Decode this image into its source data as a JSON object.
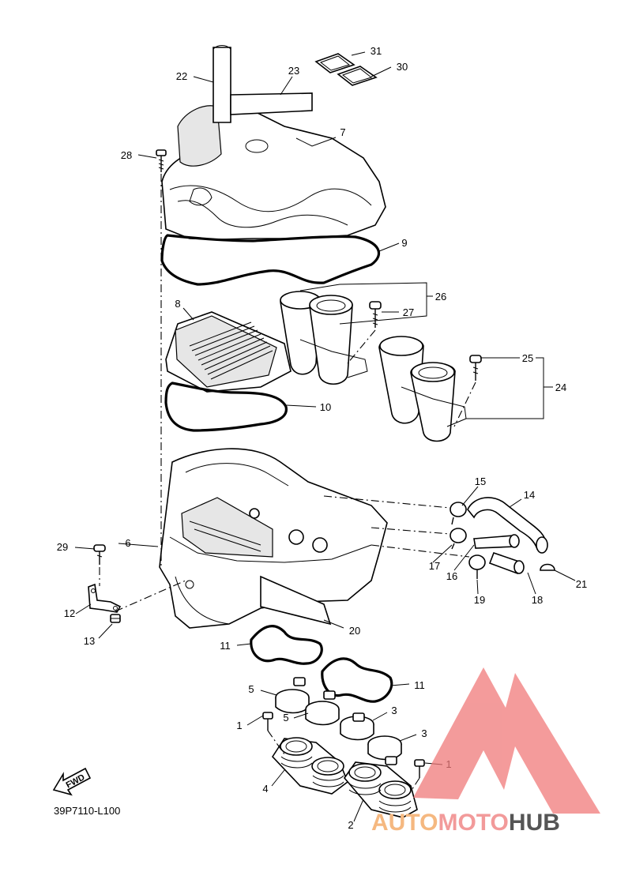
{
  "diagram": {
    "code": "39P7110-L100",
    "fwd_label": "FWD",
    "callouts": [
      "1",
      "1",
      "2",
      "3",
      "3",
      "4",
      "5",
      "5",
      "6",
      "7",
      "8",
      "9",
      "10",
      "11",
      "11",
      "12",
      "13",
      "14",
      "15",
      "16",
      "17",
      "18",
      "19",
      "20",
      "21",
      "22",
      "23",
      "24",
      "25",
      "26",
      "27",
      "28",
      "29",
      "30",
      "31"
    ]
  },
  "watermark": {
    "part1": "AUTO",
    "part2": "MOTO",
    "part3": "HUB",
    "colors": {
      "auto": "#f5b880",
      "moto": "#f29a9a",
      "hub": "#555555",
      "triangle": "#f07a7a"
    }
  }
}
